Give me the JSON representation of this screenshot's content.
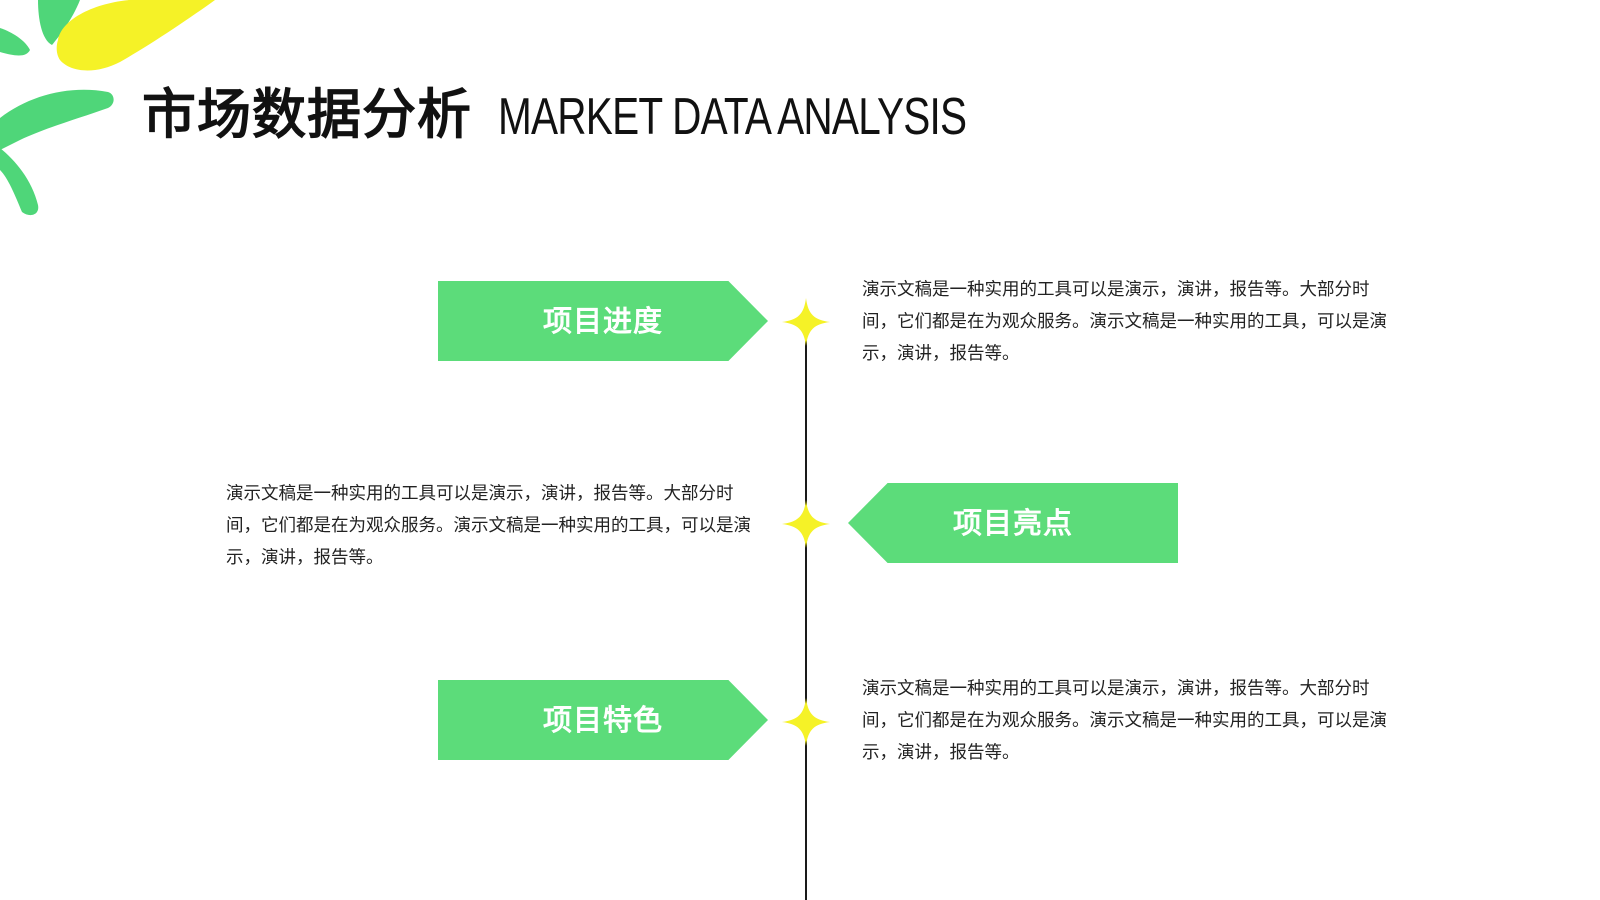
{
  "header": {
    "title_cn": "市场数据分析",
    "title_en": "MARKET DATA ANALYSIS"
  },
  "colors": {
    "accent_green": "#5cdc7a",
    "accent_yellow": "#f5f227",
    "text": "#111111"
  },
  "timeline": {
    "items": [
      {
        "label": "项目进度",
        "text": "演示文稿是一种实用的工具可以是演示，演讲，报告等。大部分时间，它们都是在为观众服务。演示文稿是一种实用的工具，可以是演示，演讲，报告等。"
      },
      {
        "label": "项目亮点",
        "text": "演示文稿是一种实用的工具可以是演示，演讲，报告等。大部分时间，它们都是在为观众服务。演示文稿是一种实用的工具，可以是演示，演讲，报告等。"
      },
      {
        "label": "项目特色",
        "text": "演示文稿是一种实用的工具可以是演示，演讲，报告等。大部分时间，它们都是在为观众服务。演示文稿是一种实用的工具，可以是演示，演讲，报告等。"
      }
    ]
  }
}
